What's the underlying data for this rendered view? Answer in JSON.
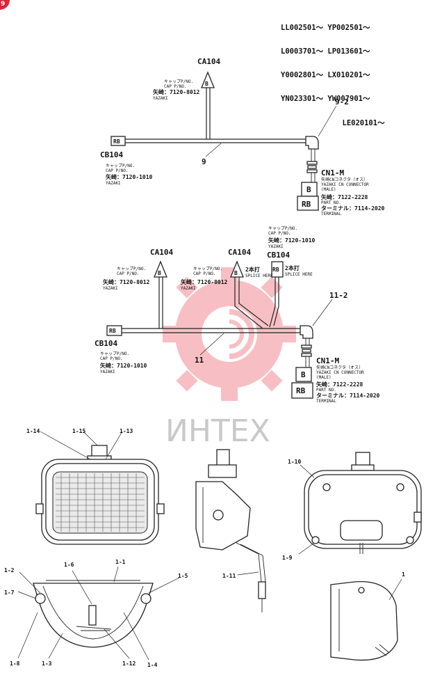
{
  "corner_badge": "9",
  "serial_lines": [
    "LL002501～ YP002501～",
    "L0003701～ LP013601～",
    "Y0002801～ LX010201～",
    "YN023301～ YW007901～",
    "              LE020101～"
  ],
  "upper_harness": {
    "ca104_label": "CA104",
    "ca104_cap_jp": "キャップP/NO.",
    "ca104_cap_en": "CAP P/NO.",
    "ca104_part": "矢崎：7120-8012",
    "ca104_maker": "YAZAKI",
    "cb104_label": "CB104",
    "cb104_cap_jp": "キャップP/NO.",
    "cb104_cap_en": "CAP P/NO.",
    "cb104_part": "矢崎：7120-1010",
    "cb104_maker": "YAZAKI",
    "callout_harness": "9",
    "callout_elbow": "9-2",
    "cn1_label": "CN1-M",
    "cn1_line1": "矢崎CNコネクタ（オス）",
    "cn1_line2": "YAZAKI CN CONNECTOR",
    "cn1_line3": "(MALE)",
    "cn1_part": "矢崎：7122-2228",
    "cn1_partno": "PART NO.",
    "cn1_terminal": "ターミナル：7114-2020",
    "cn1_terminal_en": "TERMINAL",
    "plug_rb": "RB",
    "plug_b": "B"
  },
  "lower_harness": {
    "top_cap_jp": "キャップP/NO.",
    "top_cap_en": "CAP P/NO.",
    "top_part": "矢崎：7120-1010",
    "top_maker": "YAZAKI",
    "ca104_left_label": "CA104",
    "ca104_left_cap_jp": "キャップP/NO.",
    "ca104_left_cap_en": "CAP P/NO.",
    "ca104_left_part": "矢崎：7120-8012",
    "ca104_left_maker": "YAZAKI",
    "ca104_mid_label": "CA104",
    "ca104_mid_cap_jp": "キャップP/NO.",
    "ca104_mid_cap_en": "CAP P/NO.",
    "ca104_mid_part": "矢崎：7120-8012",
    "ca104_mid_maker": "YAZAKI",
    "splice_jp": "2本打",
    "splice_en": "SPLICE HERE",
    "cb104_top_label": "CB104",
    "cb104_left_label": "CB104",
    "cb104_cap_jp": "キャップP/NO.",
    "cb104_cap_en": "CAP P/NO.",
    "cb104_part": "矢崎：7120-1010",
    "cb104_maker": "YAZAKI",
    "callout_harness": "11",
    "callout_elbow": "11-2",
    "cn1_label": "CN1-M",
    "cn1_line1": "矢崎CNコネクタ（オス）",
    "cn1_line2": "YAZAKI CN CONNECTOR",
    "cn1_line3": "(MALE)",
    "cn1_part": "矢崎：7122-2228",
    "cn1_partno": "PART NO.",
    "cn1_terminal": "ターミナル：7114-2020",
    "cn1_terminal_en": "TERMINAL",
    "plug_rb": "RB",
    "plug_b": "B"
  },
  "watermark": "ИНТЕХ",
  "lamp_callouts": {
    "c1_14": "1-14",
    "c1_15": "1-15",
    "c1_13": "1-13",
    "c1_10": "1-10",
    "c1_9": "1-9",
    "c1_11": "1-11",
    "c1_2": "1-2",
    "c1_6": "1-6",
    "c1_1": "1-1",
    "c1_5": "1-5",
    "c1_7": "1-7",
    "c1_8": "1-8",
    "c1_3": "1-3",
    "c1_12": "1-12",
    "c1_4": "1-4",
    "c1": "1"
  },
  "colors": {
    "watermark": "#e8414f",
    "ink": "#111111",
    "badge": "#e0243a"
  }
}
